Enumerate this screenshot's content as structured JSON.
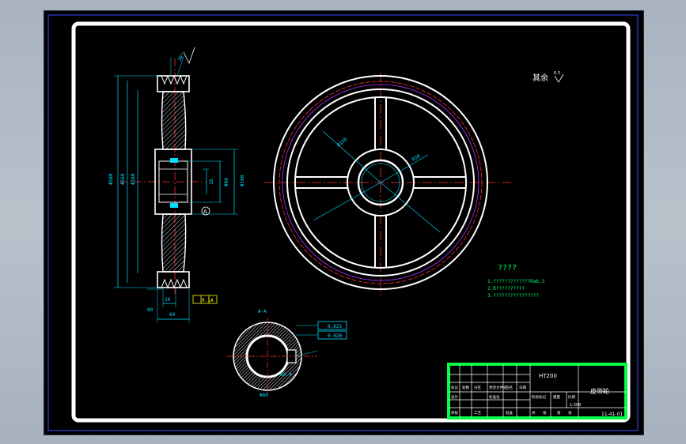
{
  "drawing": {
    "surface_note_label": "其余",
    "surface_note_value": "6.3",
    "tech_requirements": {
      "title": "????",
      "lines": [
        "1.?????????????Ra6.3",
        "2.R??????????",
        "3.????????????????"
      ]
    },
    "title_block": {
      "scale_code": "1:200",
      "part_name": "皮带轮",
      "drawing_no": "11-41-01",
      "material_row": "HT200",
      "cells": [
        "标记",
        "处数",
        "分区",
        "更改文件号",
        "签名",
        "日期",
        "设计",
        "标准化",
        "阶段标记",
        "重量",
        "比例",
        "审核",
        "工艺",
        "批准",
        "共",
        "张",
        "第",
        "张"
      ]
    },
    "side_view_dims": {
      "overall_dia": "Φ580",
      "pitch_dia": "Φ560",
      "hub_dia": "Φ160",
      "bore_dia": "Φ60",
      "keyway": "18",
      "width": "64",
      "groove_width": "16",
      "hub_len": "80",
      "groove_angle": "38°",
      "datum": "A",
      "tol_box_1": "0.1",
      "tol_box_2": "A"
    },
    "section_view_dims": {
      "label": "A-A",
      "bore": "Φ60",
      "key_depth": "64.4",
      "tol_frame_1": "0.025",
      "tol_frame_2": "0.020"
    },
    "front_view_dims": {
      "web_radius": "R150",
      "spoke_width": "R30"
    }
  }
}
